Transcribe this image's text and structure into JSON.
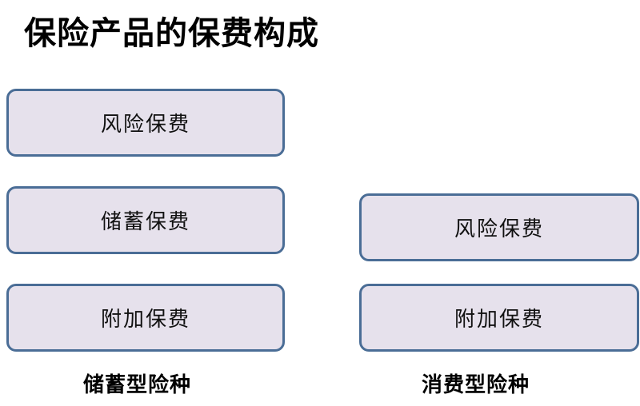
{
  "title": "保险产品的保费构成",
  "savings_type": {
    "label": "储蓄型险种",
    "components": [
      "风险保费",
      "储蓄保费",
      "附加保费"
    ]
  },
  "consumption_type": {
    "label": "消费型险种",
    "components": [
      "风险保费",
      "附加保费"
    ]
  }
}
